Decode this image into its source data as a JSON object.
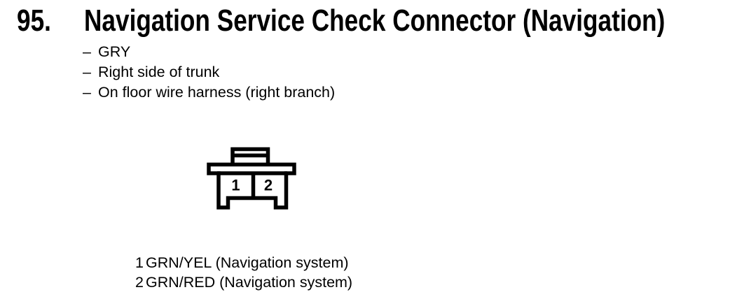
{
  "document": {
    "section_number": "95.",
    "title": "Navigation Service Check Connector (Navigation)",
    "bullet_dash": "–",
    "details": [
      "GRY",
      "Right side of trunk",
      "On floor wire harness (right branch)"
    ],
    "connector_diagram": {
      "cavities": [
        "1",
        "2"
      ]
    },
    "pinout": [
      {
        "pin": "1",
        "wire": "GRN/YEL (Navigation system)"
      },
      {
        "pin": "2",
        "wire": "GRN/RED (Navigation system)"
      }
    ],
    "colors": {
      "ink": "#000000",
      "paper": "#ffffff"
    }
  }
}
